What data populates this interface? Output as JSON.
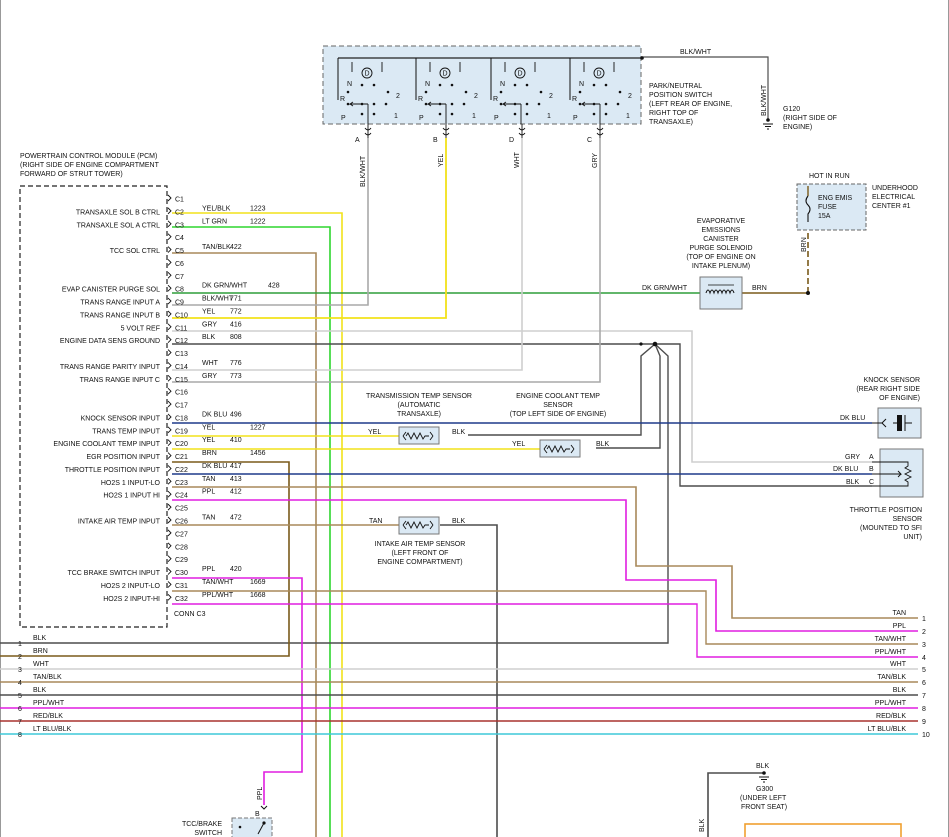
{
  "colors": {
    "tan": "#a8895a",
    "yellow": "#f2e21a",
    "green": "#2fd52f",
    "gray": "#a9a9a9",
    "light_gray": "#cfcfcf",
    "dark_green": "#2f9e3a",
    "dark_gray": "#4d4d4d",
    "dark_blue": "#1f3a8a",
    "brown": "#7a5a1a",
    "magenta": "#e01ee0",
    "red_blk": "#a8322e",
    "lt_blu": "#3fc9d8",
    "black": "#111111",
    "box_fill": "#dbe9f4",
    "orange": "#f0a030"
  },
  "icons": {
    "resistor": "thermistor-icon",
    "fuse": "fuse-icon",
    "solenoid": "coil-icon",
    "ground": "ground-icon",
    "potentiometer": "potentiometer-icon",
    "knock": "piezo-sensor-icon"
  },
  "pnp_switch": {
    "label": [
      "PARK/NEUTRAL",
      "POSITION SWITCH",
      "(LEFT REAR OF ENGINE,",
      "RIGHT TOP OF",
      "TRANSAXLE)"
    ],
    "top_wire": "BLK/WHT",
    "right_wire": "BLK/WHT",
    "switches": [
      {
        "n": "N",
        "d": "D",
        "two": "2",
        "r": "R",
        "p": "P",
        "one": "1"
      },
      {
        "n": "N",
        "d": "D",
        "two": "2",
        "r": "R",
        "p": "P",
        "one": "1"
      },
      {
        "n": "N",
        "d": "D",
        "two": "2",
        "r": "R",
        "p": "P",
        "one": "1"
      },
      {
        "n": "N",
        "d": "D",
        "two": "2",
        "r": "R",
        "p": "P",
        "one": "1"
      }
    ],
    "pins": [
      "A",
      "B",
      "D",
      "C"
    ],
    "pin_wires": [
      "BLK/WHT",
      "YEL",
      "WHT",
      "GRY"
    ]
  },
  "g120": {
    "name": "G120",
    "desc": [
      "(RIGHT SIDE OF",
      "ENGINE)"
    ]
  },
  "pcm": {
    "title": [
      "POWERTRAIN CONTROL MODULE (PCM)",
      "(RIGHT SIDE OF ENGINE COMPARTMENT",
      "FORWARD OF STRUT TOWER)"
    ],
    "connector": "CONN C3",
    "pins": [
      {
        "pin": "C1",
        "label": "",
        "wire": "",
        "circuit": ""
      },
      {
        "pin": "C2",
        "label": "TRANSAXLE SOL B CTRL",
        "wire": "YEL/BLK",
        "circuit": "1223"
      },
      {
        "pin": "C3",
        "label": "TRANSAXLE SOL A CTRL",
        "wire": "LT GRN",
        "circuit": "1222"
      },
      {
        "pin": "C4",
        "label": "",
        "wire": "",
        "circuit": ""
      },
      {
        "pin": "C5",
        "label": "TCC SOL CTRL",
        "wire": "TAN/BLK",
        "circuit": "422"
      },
      {
        "pin": "C6",
        "label": "",
        "wire": "",
        "circuit": ""
      },
      {
        "pin": "C7",
        "label": "",
        "wire": "",
        "circuit": ""
      },
      {
        "pin": "C8",
        "label": "EVAP CANISTER PURGE SOL",
        "wire": "DK GRN/WHT",
        "circuit": "428"
      },
      {
        "pin": "C9",
        "label": "TRANS RANGE INPUT A",
        "wire": "BLK/WHT",
        "circuit": "771"
      },
      {
        "pin": "C10",
        "label": "TRANS RANGE INPUT B",
        "wire": "YEL",
        "circuit": "772"
      },
      {
        "pin": "C11",
        "label": "5 VOLT REF",
        "wire": "GRY",
        "circuit": "416"
      },
      {
        "pin": "C12",
        "label": "ENGINE DATA SENS GROUND",
        "wire": "BLK",
        "circuit": "808"
      },
      {
        "pin": "C13",
        "label": "",
        "wire": "",
        "circuit": ""
      },
      {
        "pin": "C14",
        "label": "TRANS RANGE PARITY INPUT",
        "wire": "WHT",
        "circuit": "776"
      },
      {
        "pin": "C15",
        "label": "TRANS RANGE INPUT C",
        "wire": "GRY",
        "circuit": "773"
      },
      {
        "pin": "C16",
        "label": "",
        "wire": "",
        "circuit": ""
      },
      {
        "pin": "C17",
        "label": "",
        "wire": "",
        "circuit": ""
      },
      {
        "pin": "C18",
        "label": "KNOCK SENSOR INPUT",
        "wire": "DK BLU",
        "circuit": "496"
      },
      {
        "pin": "C19",
        "label": "TRANS TEMP INPUT",
        "wire": "YEL",
        "circuit": "1227"
      },
      {
        "pin": "C20",
        "label": "ENGINE COOLANT TEMP INPUT",
        "wire": "YEL",
        "circuit": "410"
      },
      {
        "pin": "C21",
        "label": "EGR POSITION INPUT",
        "wire": "BRN",
        "circuit": "1456"
      },
      {
        "pin": "C22",
        "label": "THROTTLE POSITION INPUT",
        "wire": "DK BLU",
        "circuit": "417"
      },
      {
        "pin": "C23",
        "label": "HO2S 1 INPUT-LO",
        "wire": "TAN",
        "circuit": "413"
      },
      {
        "pin": "C24",
        "label": "HO2S 1 INPUT HI",
        "wire": "PPL",
        "circuit": "412"
      },
      {
        "pin": "C25",
        "label": "",
        "wire": "",
        "circuit": ""
      },
      {
        "pin": "C26",
        "label": "INTAKE AIR TEMP INPUT",
        "wire": "TAN",
        "circuit": "472"
      },
      {
        "pin": "C27",
        "label": "",
        "wire": "",
        "circuit": ""
      },
      {
        "pin": "C28",
        "label": "",
        "wire": "",
        "circuit": ""
      },
      {
        "pin": "C29",
        "label": "",
        "wire": "",
        "circuit": ""
      },
      {
        "pin": "C30",
        "label": "TCC BRAKE SWITCH INPUT",
        "wire": "PPL",
        "circuit": "420"
      },
      {
        "pin": "C31",
        "label": "HO2S 2 INPUT-LO",
        "wire": "TAN/WHT",
        "circuit": "1669"
      },
      {
        "pin": "C32",
        "label": "HO2S 2 INPUT-HI",
        "wire": "PPL/WHT",
        "circuit": "1668"
      }
    ]
  },
  "fuse": {
    "label": [
      "HOT IN RUN"
    ],
    "name": [
      "ENG EMIS",
      "FUSE",
      "15A"
    ],
    "center": [
      "UNDERHOOD",
      "ELECTRICAL",
      "CENTER #1"
    ],
    "wire": "BRN"
  },
  "evap": {
    "label": [
      "EVAPORATIVE",
      "EMISSIONS",
      "CANISTER",
      "PURGE SOLENOID",
      "(TOP OF ENGINE ON",
      "INTAKE PLENUM)"
    ],
    "left_wire": "DK GRN/WHT",
    "right_wire": "BRN"
  },
  "knock": {
    "label": [
      "KNOCK SENSOR",
      "(REAR RIGHT SIDE",
      "OF ENGINE)"
    ],
    "wire": "DK BLU"
  },
  "trans_temp": {
    "label": [
      "TRANSMISSION TEMP SENSOR",
      "(AUTOMATIC",
      "TRANSAXLE)"
    ],
    "left_wire": "YEL",
    "right_wire": "BLK"
  },
  "ect": {
    "label": [
      "ENGINE COOLANT TEMP",
      "SENSOR",
      "(TOP LEFT SIDE OF ENGINE)"
    ],
    "left_wire": "YEL",
    "right_wire": "BLK"
  },
  "tps": {
    "label": [
      "THROTTLE POSITION",
      "SENSOR",
      "(MOUNTED TO SFI",
      "UNIT)"
    ],
    "pins": [
      "A",
      "B",
      "C"
    ],
    "wires": [
      "GRY",
      "DK BLU",
      "BLK"
    ]
  },
  "iat": {
    "label": [
      "INTAKE AIR TEMP SENSOR",
      "(LEFT FRONT OF",
      "ENGINE COMPARTMENT)"
    ],
    "left_wire": "TAN",
    "right_wire": "BLK"
  },
  "left_bus": [
    {
      "num": "1",
      "label": "BLK"
    },
    {
      "num": "2",
      "label": "BRN"
    },
    {
      "num": "3",
      "label": "WHT"
    },
    {
      "num": "4",
      "label": "TAN/BLK"
    },
    {
      "num": "5",
      "label": "BLK"
    },
    {
      "num": "6",
      "label": "PPL/WHT"
    },
    {
      "num": "7",
      "label": "RED/BLK"
    },
    {
      "num": "8",
      "label": "LT BLU/BLK"
    }
  ],
  "right_bus": [
    {
      "num": "1",
      "label": "TAN"
    },
    {
      "num": "2",
      "label": "PPL"
    },
    {
      "num": "3",
      "label": "TAN/WHT"
    },
    {
      "num": "4",
      "label": "PPL/WHT"
    },
    {
      "num": "5",
      "label": "WHT"
    },
    {
      "num": "6",
      "label": "TAN/BLK"
    },
    {
      "num": "7",
      "label": "BLK"
    },
    {
      "num": "8",
      "label": "PPL/WHT"
    },
    {
      "num": "9",
      "label": "RED/BLK"
    },
    {
      "num": "10",
      "label": "LT BLU/BLK"
    }
  ],
  "tcc_brake": {
    "label": [
      "TCC/BRAKE",
      "SWITCH"
    ],
    "wire": "PPL",
    "pin": "B"
  },
  "g300": {
    "wire": "BLK",
    "name": "G300",
    "desc": [
      "(UNDER LEFT",
      "FRONT SEAT)"
    ],
    "bottom_wire": "BLK"
  }
}
